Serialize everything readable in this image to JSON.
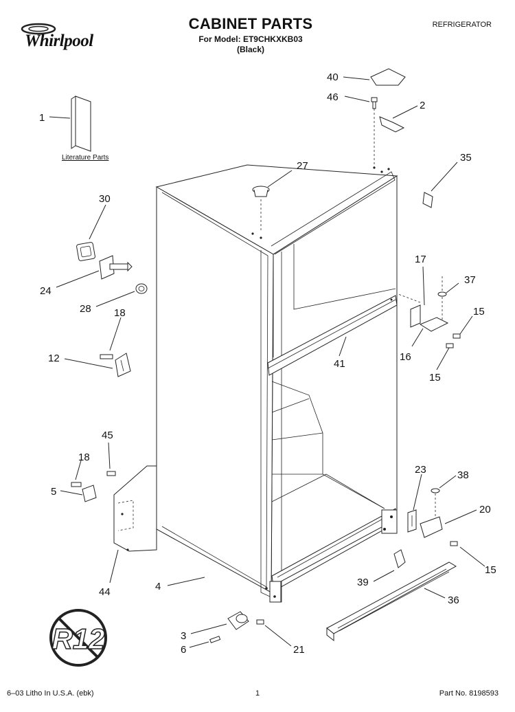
{
  "header": {
    "brand": "Whirlpool",
    "title": "CABINET PARTS",
    "model_line": "For Model: ET9CHKXKB03",
    "color_line": "(Black)",
    "category": "REFRIGERATOR"
  },
  "footer": {
    "litho": "6–03 Litho In U.S.A. (ebk)",
    "page": "1",
    "part_no": "Part No. 8198593"
  },
  "literature_label": "Literature Parts",
  "badge": {
    "text": "R12",
    "meaning": "no-R12 prohibition symbol"
  },
  "callouts": {
    "c1": "1",
    "c2": "2",
    "c3": "3",
    "c4": "4",
    "c5": "5",
    "c6": "6",
    "c12": "12",
    "c15a": "15",
    "c15b": "15",
    "c15c": "15",
    "c16": "16",
    "c17": "17",
    "c18a": "18",
    "c18b": "18",
    "c20": "20",
    "c21": "21",
    "c23": "23",
    "c24": "24",
    "c27": "27",
    "c28": "28",
    "c30": "30",
    "c35": "35",
    "c36": "36",
    "c37": "37",
    "c38": "38",
    "c39": "39",
    "c40": "40",
    "c41": "41",
    "c44": "44",
    "c45": "45",
    "c46": "46"
  },
  "colors": {
    "ink": "#222222",
    "background": "#ffffff"
  }
}
